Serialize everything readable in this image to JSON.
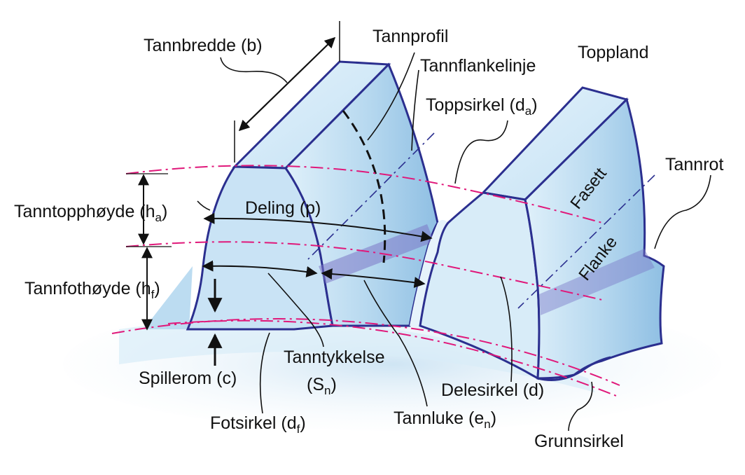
{
  "labels": {
    "tannbredde": "Tannbredde (b)",
    "tannprofil": "Tannprofil",
    "tannflankelinje": "Tannflankelinje",
    "toppland": "Toppland",
    "toppsirkel": "Toppsirkel (d",
    "toppsirkel_sub": "a",
    "toppsirkel_close": ")",
    "tannrot": "Tannrot",
    "fasett": "Fasett",
    "flanke": "Flanke",
    "tanntopphoyde": "Tanntopphøyde (h",
    "tanntopphoyde_sub": "a",
    "tanntopphoyde_close": ")",
    "deling": "Deling  (p)",
    "tannfothoyde": "Tannfothøyde (h",
    "tannfothoyde_sub": "f",
    "tannfothoyde_close": ")",
    "spillerom": "Spillerom (c)",
    "tanntykkelse": "Tanntykkelse",
    "sn": "(S",
    "sn_sub": "n",
    "sn_close": ")",
    "delesirkel": "Delesirkel (d)",
    "fotsirkel": "Fotsirkel (d",
    "fotsirkel_sub": "f",
    "fotsirkel_close": ")",
    "tannluke": "Tannluke (e",
    "tannluke_sub": "n",
    "tannluke_close": ")",
    "grunnsirkel": "Grunnsirkel"
  },
  "colors": {
    "outline": "#2b2f8f",
    "circle_line": "#e0187a",
    "face_light": "#d6ecf8",
    "face_mid": "#a9cfea",
    "leader": "#111111"
  }
}
